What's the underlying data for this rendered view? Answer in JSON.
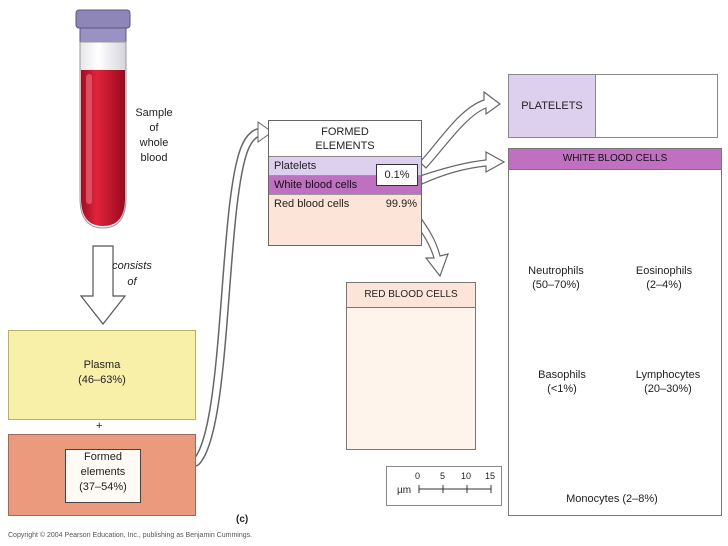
{
  "tube": {
    "label_lines": [
      "Sample",
      "of",
      "whole",
      "blood"
    ]
  },
  "consists_of": [
    "consists",
    "of"
  ],
  "plasma": {
    "name": "Plasma",
    "range": "(46–63%)"
  },
  "plus": "+",
  "formed_elements_sample": {
    "lines": [
      "Formed",
      "elements",
      "(37–54%)"
    ]
  },
  "figure_letter": "(c)",
  "copyright": "Copyright © 2004 Pearson Education, Inc., publishing as Benjamin Cummings.",
  "formed_table": {
    "heading": [
      "FORMED",
      "ELEMENTS"
    ],
    "rows": [
      {
        "label": "Platelets",
        "value": ""
      },
      {
        "label": "White blood cells",
        "value": ""
      },
      {
        "label": "Red blood cells",
        "value": "99.9%"
      }
    ],
    "combined_value": "0.1%"
  },
  "platelets_panel": {
    "title": "PLATELETS"
  },
  "rbc_panel": {
    "title": "RED BLOOD CELLS"
  },
  "wbc_panel": {
    "title": "WHITE BLOOD CELLS",
    "cells": [
      {
        "name": "Neutrophils",
        "range": "(50–70%)"
      },
      {
        "name": "Eosinophils",
        "range": "(2–4%)"
      },
      {
        "name": "Basophils",
        "range": "(<1%)"
      },
      {
        "name": "Lymphocytes",
        "range": "(20–30%)"
      },
      {
        "name": "Monocytes (2–8%)",
        "range": ""
      }
    ]
  },
  "scale_bar": {
    "unit": "µm",
    "ticks": [
      "0",
      "5",
      "10",
      "15"
    ]
  },
  "colors": {
    "blood": "#c8102e",
    "cap": "#8f86b8",
    "plasma": "#f8f0a8",
    "rbc": "#e8553f",
    "wbc_header": "#c070c0",
    "platelet_header": "#ddd0ee"
  }
}
